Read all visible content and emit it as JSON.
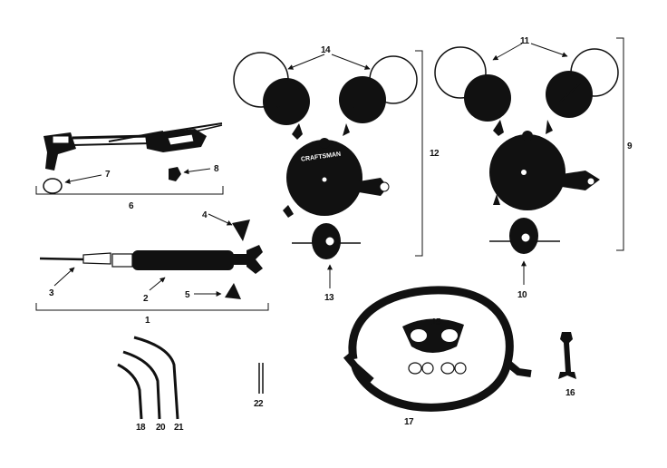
{
  "labels": {
    "l1": "1",
    "l2": "2",
    "l3": "3",
    "l4": "4",
    "l5": "5",
    "l6": "6",
    "l7": "7",
    "l8": "8",
    "l9": "9",
    "l10": "10",
    "l11": "11",
    "l12": "12",
    "l13": "13",
    "l14": "14",
    "l15": "15",
    "l16": "16",
    "l17": "17",
    "l18": "18",
    "l20": "20",
    "l21": "21",
    "l22": "22"
  },
  "regulator_brand": "CRAFTSMAN"
}
